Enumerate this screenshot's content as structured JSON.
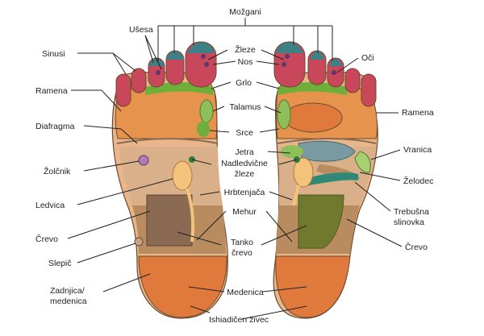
{
  "labels": {
    "mozgani": "Možgani",
    "usesa": "Ušesa",
    "sinusi": "Sinusi",
    "zleze": "Žleze",
    "nos": "Nos",
    "oci": "Oči",
    "grlo": "Grlo",
    "ramena_left": "Ramena",
    "ramena_right": "Ramena",
    "talamus": "Talamus",
    "diafragma": "Diafragma",
    "srce": "Srce",
    "jetra": "Jetra",
    "vranica": "Vranica",
    "nadledvicne_1": "Nadledvične",
    "nadledvicne_2": "žleze",
    "zolcnik": "Žolčnik",
    "zelodec": "Želodec",
    "hrbtenjaca": "Hrbtenjača",
    "ledvica": "Ledvica",
    "trebusna_1": "Trebušna",
    "trebusna_2": "slinovka",
    "mehur": "Mehur",
    "crevo_left": "Črevo",
    "crevo_right": "Črevo",
    "tanko_1": "Tanko",
    "tanko_2": "črevo",
    "slepic": "Slepič",
    "zadnjica_1": "Zadnjica/",
    "zadnjica_2": "medenica",
    "medenica": "Medenica",
    "ishiadicen": "Ishiadičen živec"
  },
  "colors": {
    "toe_red": "#c9475a",
    "toe_tip": "#3f7f86",
    "ball_orange": "#e6944d",
    "arch_tan": "#d9b089",
    "heel_orange": "#e07a3c",
    "green_band": "#6fae3a",
    "kidney": "#f3c27b",
    "intestine": "#8a6a52"
  }
}
